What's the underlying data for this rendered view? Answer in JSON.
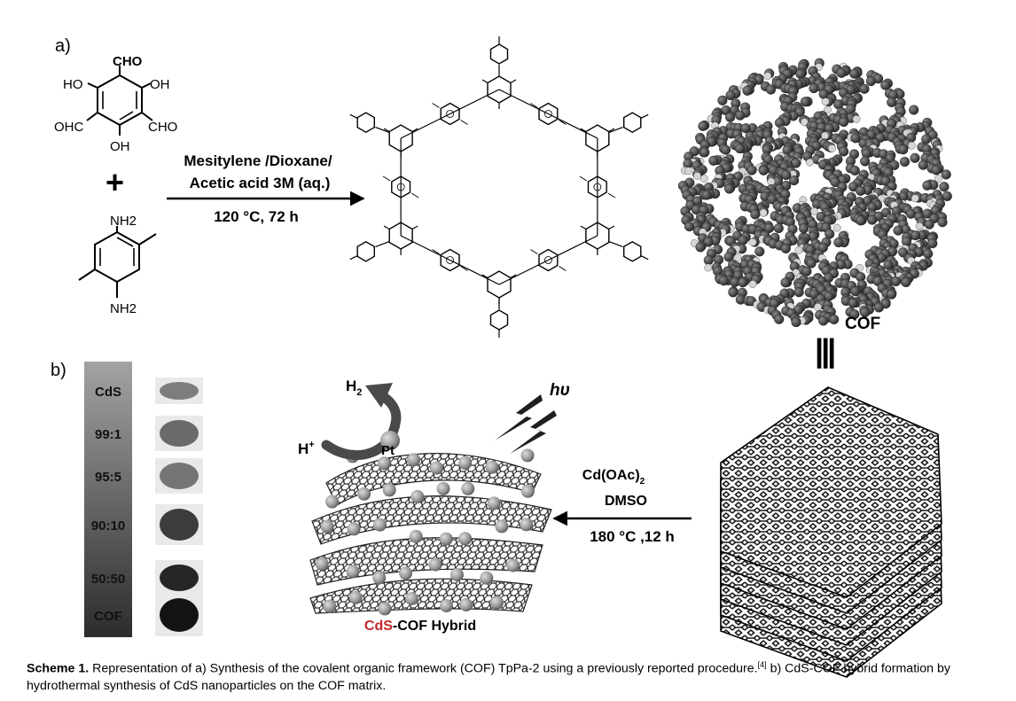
{
  "panel_a": {
    "label": "a)",
    "aldehyde": {
      "top": "CHO",
      "left_hydroxyl": "HO",
      "right_hydroxyl": "OH",
      "left_aldehyde": "OHC",
      "right_aldehyde": "CHO",
      "bottom_hydroxyl": "OH"
    },
    "plus": "+",
    "amine": {
      "top": "NH2",
      "bottom": "NH2"
    },
    "conditions": [
      "Mesitylene /Dioxane/",
      "Acetic acid 3M (aq.)",
      "120 °C, 72 h"
    ],
    "cof_label": "COF",
    "equivalence": "|||"
  },
  "panel_b": {
    "label": "b)",
    "strip_labels": [
      "CdS",
      "99:1",
      "95:5",
      "90:10",
      "50:50",
      "COF"
    ],
    "h2": "H2",
    "hplus": "H+",
    "pt": "Pt",
    "light": "hυ",
    "conditions": [
      "Cd(OAc)2",
      "DMSO",
      "180 °C ,12 h"
    ],
    "hybrid_label_cds": "CdS",
    "hybrid_label_rest": "-COF Hybrid"
  },
  "caption": {
    "scheme_label": "Scheme 1.",
    "text_part1": " Representation of a) Synthesis of the covalent organic framework (COF) TpPa-2 using a previously reported procedure.",
    "ref": "[4]",
    "text_part2": " b) CdS-COF hybrid formation by hydrothermal synthesis of CdS nanoparticles on the COF matrix."
  },
  "colors": {
    "arrow_dark": "#333333",
    "hybrid_red": "#c62828",
    "sphere": "#9a9a9a",
    "gradient_top": "#a0a0a0",
    "gradient_bottom": "#2e2e2e"
  }
}
